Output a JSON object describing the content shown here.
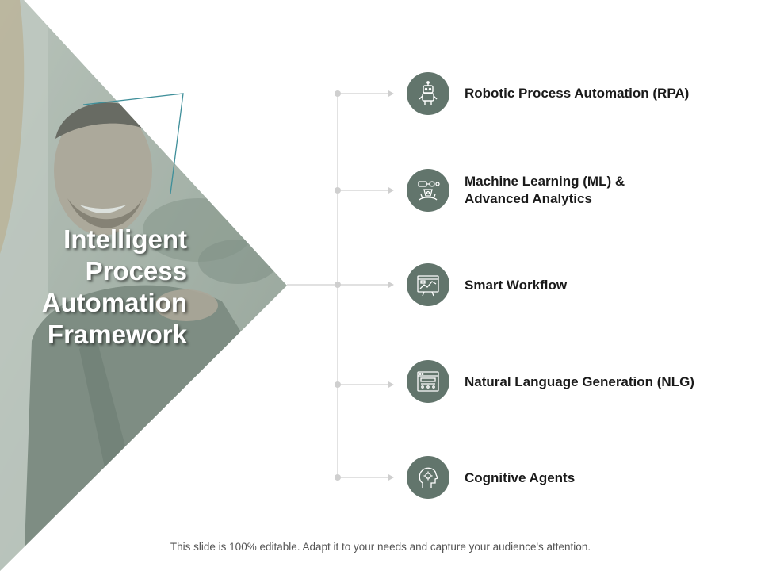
{
  "slide": {
    "title_lines": [
      "Intelligent",
      "Process",
      "Automation",
      "Framework"
    ],
    "items": [
      {
        "label": "Robotic Process Automation (RPA)",
        "icon": "robot-icon"
      },
      {
        "label_lines": [
          "Machine Learning (ML) &",
          "Advanced Analytics"
        ],
        "icon": "machine-learning-icon"
      },
      {
        "label": "Smart Workflow",
        "icon": "workflow-chart-icon"
      },
      {
        "label": "Natural Language Generation (NLG)",
        "icon": "browser-window-icon"
      },
      {
        "label": "Cognitive Agents",
        "icon": "head-gear-icon"
      }
    ],
    "footer": "This slide is 100% editable. Adapt it to your needs and capture your audience's attention."
  },
  "colors": {
    "photo_tint": "#9aa89f",
    "icon_circle": "#62756c",
    "connector": "#cfcfcf",
    "accent_line": "#3f8f9a"
  }
}
